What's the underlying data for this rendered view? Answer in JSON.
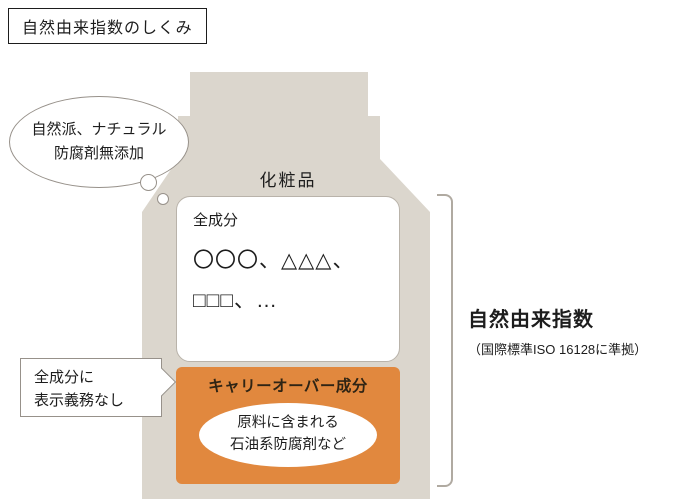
{
  "title": "自然由来指数のしくみ",
  "thought_bubble": {
    "line1": "自然派、ナチュラル",
    "line2": "防腐剤無添加"
  },
  "bottle": {
    "label": "化粧品"
  },
  "ingredients": {
    "heading": "全成分",
    "line1": "〇〇〇、△△△、",
    "line2": "□□□、…"
  },
  "carryover": {
    "title": "キャリーオーバー成分",
    "line1": "原料に含まれる",
    "line2": "石油系防腐剤など"
  },
  "callout": {
    "line1": "全成分に",
    "line2": "表示義務なし"
  },
  "index_label": {
    "title": "自然由来指数",
    "subtitle": "（国際標準ISO 16128に準拠）"
  },
  "colors": {
    "bottle_body": "#dbd6cd",
    "carryover_bg": "#e1883e",
    "border_gray": "#97918a",
    "bracket_gray": "#b0aaa1"
  }
}
